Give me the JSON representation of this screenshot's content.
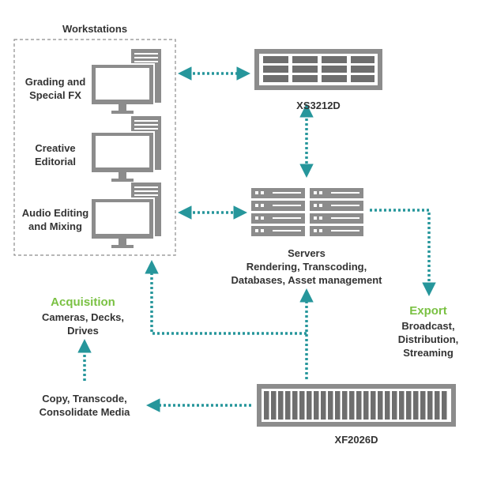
{
  "workstations": {
    "title": "Workstations",
    "items": [
      {
        "line1": "Grading and",
        "line2": "Special FX"
      },
      {
        "line1": "Creative",
        "line2": "Editorial"
      },
      {
        "line1": "Audio Editing",
        "line2": "and Mixing"
      }
    ]
  },
  "xs3212d": {
    "label": "XS3212D"
  },
  "servers": {
    "title": "Servers",
    "line1": "Rendering, Transcoding,",
    "line2": "Databases, Asset management"
  },
  "acquisition": {
    "title": "Acquisition",
    "line1": "Cameras, Decks,",
    "line2": "Drives"
  },
  "export": {
    "title": "Export",
    "line1": "Broadcast,",
    "line2": "Distribution,",
    "line3": "Streaming"
  },
  "copy": {
    "line1": "Copy, Transcode,",
    "line2": "Consolidate Media"
  },
  "xf2026d": {
    "label": "XF2026D"
  },
  "colors": {
    "connector": "#26969b",
    "hardware": "#8c8c8c",
    "hardware_dark": "#6e6e6e",
    "accent_green": "#7ac143",
    "text": "#333333",
    "dash_border": "#8c8c8c"
  }
}
